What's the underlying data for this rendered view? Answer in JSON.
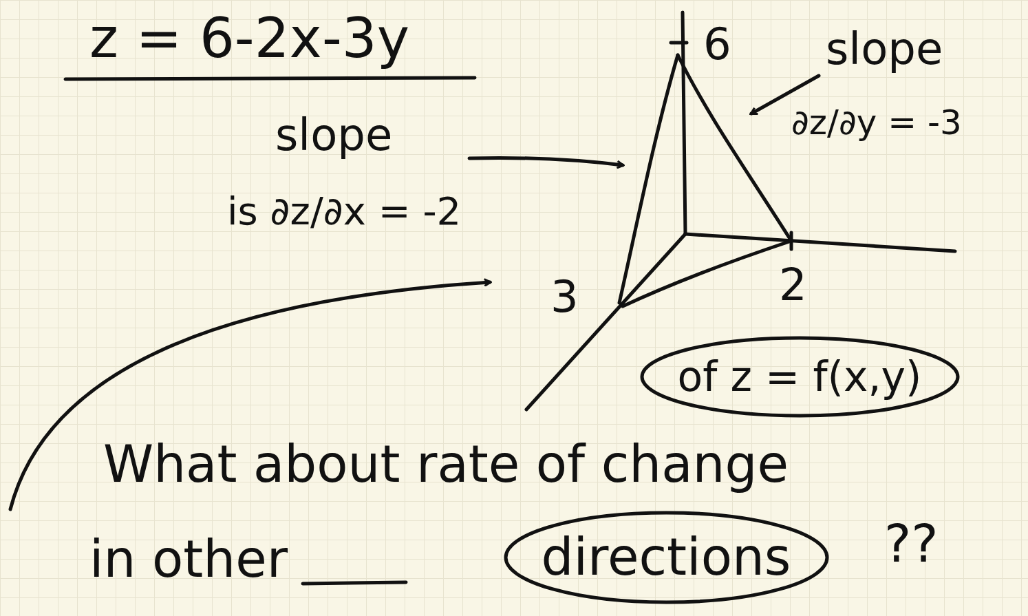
{
  "diagram": {
    "title": "z = 6-2x-3y",
    "nodes": [
      {
        "text": [
          "of z = f(x,y)"
        ]
      },
      {
        "text": [
          "directions"
        ]
      }
    ],
    "labels": [
      "slope",
      "is ∂z/∂x = -2",
      "slope",
      "∂z/∂y = -3",
      "6",
      "3",
      "2",
      "What about rate of change",
      "in other",
      "??"
    ]
  }
}
